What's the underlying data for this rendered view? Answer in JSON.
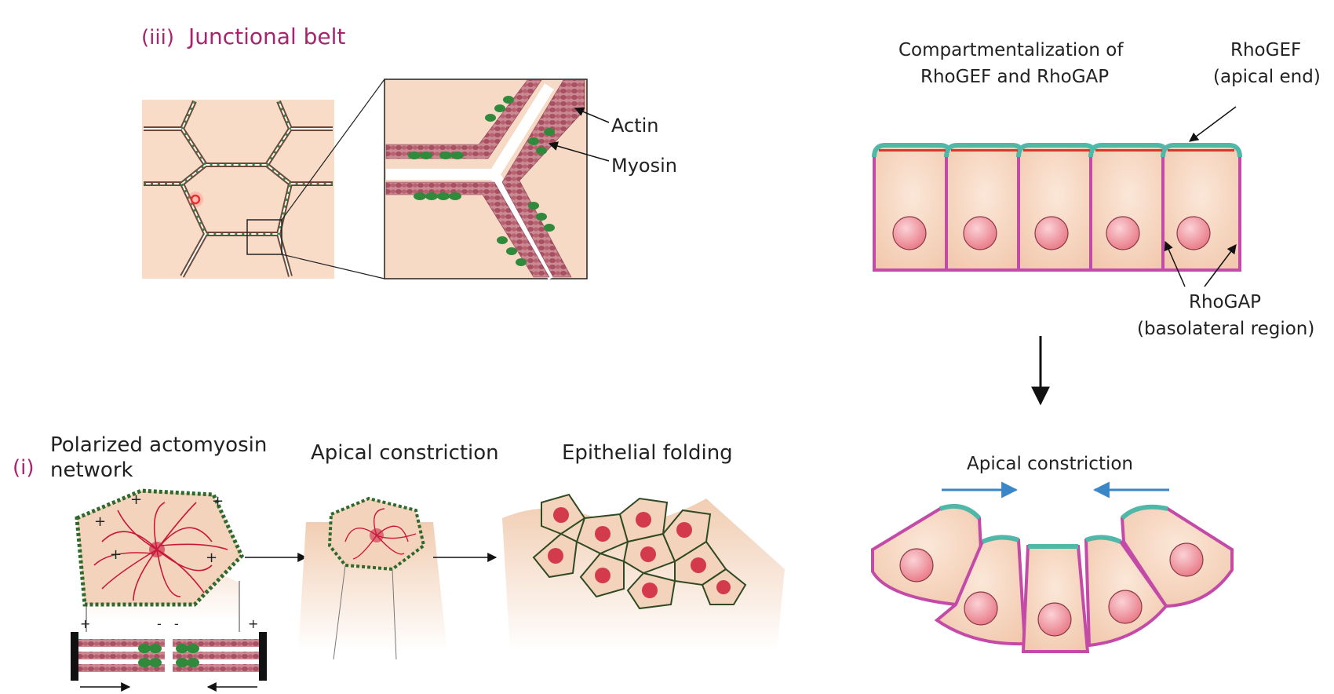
{
  "junctional_belt": {
    "panel_label": "(iii)",
    "title": "Junctional belt",
    "actin_label": "Actin",
    "myosin_label": "Myosin"
  },
  "polarized_panel": {
    "panel_label": "(i)",
    "network_title_line1": "Polarized actomyosin",
    "network_title_line2": "network",
    "constriction_title": "Apical constriction",
    "folding_title": "Epithelial folding",
    "plus_sign": "+",
    "minus_sign": "-"
  },
  "rho_panel": {
    "title_line1": "Compartmentalization of",
    "title_line2": "RhoGEF and RhoGAP",
    "rhogef_line1": "RhoGEF",
    "rhogef_line2": "(apical end)",
    "rhogap_line1": "RhoGAP",
    "rhogap_line2": "(basolateral region)",
    "constriction_label": "Apical constriction"
  },
  "colors": {
    "magenta": "#a8246e",
    "cell_fill": "#f7d9c4",
    "apical_teal": "#4fb8a8",
    "membrane_pink": "#c44aa8",
    "nucleus": "#f08a94",
    "actin": "#b85a6a",
    "myosin": "#2f8a3c",
    "arrow_blue": "#3a86c6"
  }
}
